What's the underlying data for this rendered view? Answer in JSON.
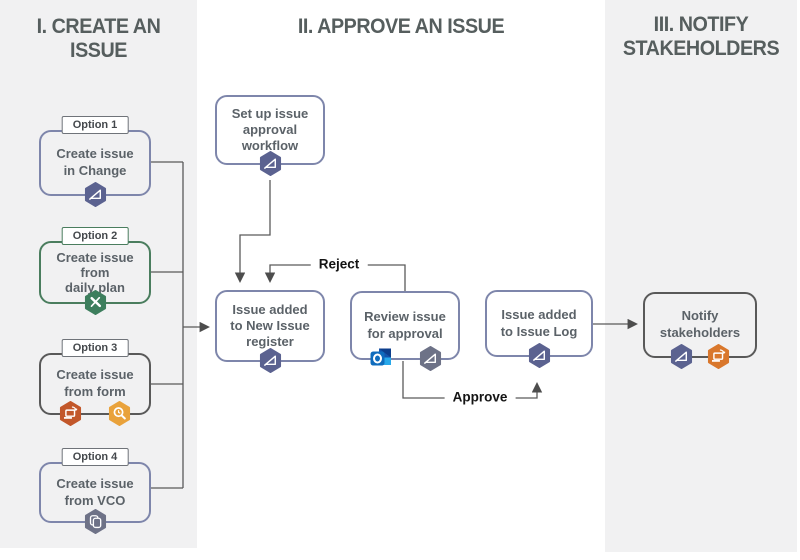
{
  "columns": [
    {
      "title": "I. CREATE AN ISSUE"
    },
    {
      "title": "II. APPROVE AN ISSUE"
    },
    {
      "title": "III. NOTIFY\nSTAKEHOLDERS"
    }
  ],
  "options": [
    {
      "label": "Option 1",
      "text": "Create issue\nin Change",
      "icons": [
        "triangle-app-badge"
      ]
    },
    {
      "label": "Option 2",
      "text": "Create issue\nfrom\ndaily plan",
      "icons": [
        "excel-app-badge"
      ]
    },
    {
      "label": "Option 3",
      "text": "Create issue\nfrom form",
      "icons": [
        "device-sync-app-badge",
        "search-clock-app-badge"
      ]
    },
    {
      "label": "Option 4",
      "text": "Create issue\nfrom VCO",
      "icons": [
        "pages-app-badge"
      ]
    }
  ],
  "steps": {
    "setup": "Set up issue\napproval\nworkflow",
    "register": "Issue added\nto New Issue\nregister",
    "review": "Review issue\nfor approval",
    "issue_log": "Issue added\nto Issue Log",
    "notify": "Notify\nstakeholders"
  },
  "edges": {
    "reject": "Reject",
    "approve": "Approve"
  },
  "colors": {
    "column_bg": "#f1f1f2",
    "node_border_slate": "#7e86ab",
    "node_border_green": "#4a7d5e",
    "node_border_gray": "#595959",
    "connector": "#5a5a5a",
    "badge_slate": "#5b6290",
    "badge_green": "#3d7e5d",
    "badge_orange": "#c2572a",
    "badge_yellow": "#e9a23b",
    "badge_gray_slate": "#6e7287",
    "outlook_blue": "#0f6cbd",
    "title_text": "#565e5e"
  }
}
